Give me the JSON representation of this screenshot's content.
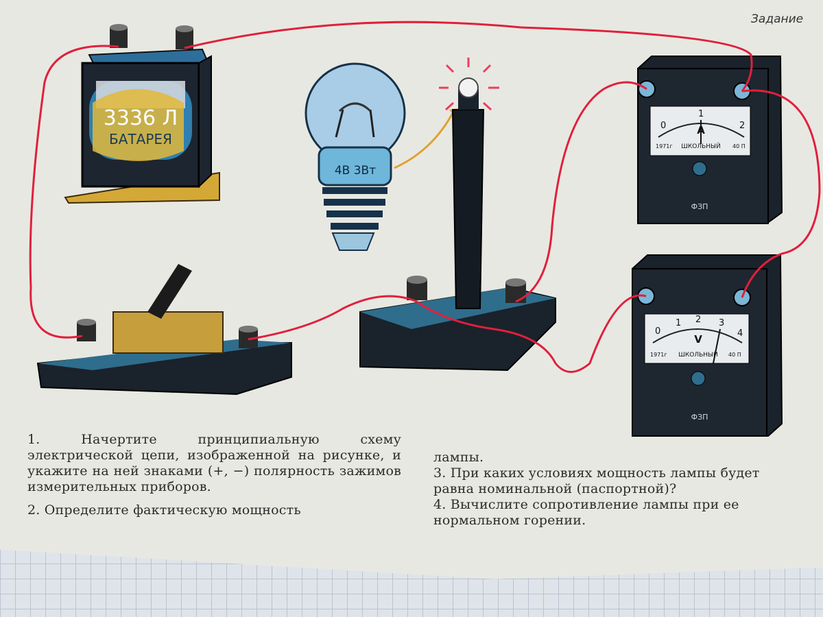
{
  "header": {
    "task_label": "Задание"
  },
  "battery": {
    "label": "3336 Л",
    "brand": "БАТАРЕЯ"
  },
  "bulb": {
    "rating": "4В 3Вт"
  },
  "ammeter": {
    "letter": "A",
    "scale": [
      "0",
      "1",
      "2"
    ],
    "maker": "ШКОЛЬНЫЙ",
    "year": "1971г",
    "mark": "40 П",
    "logo": "ФЗП"
  },
  "voltmeter": {
    "letter": "V",
    "scale": [
      "0",
      "1",
      "2",
      "3",
      "4"
    ],
    "maker": "ШКОЛЬНЫЙ",
    "year": "1971г",
    "mark": "40 П",
    "logo": "ФЗП"
  },
  "questions": {
    "q1": "1. Начертите принципиальную схему электрической цепи, изображенной на рисунке, и укажите на ней знаками (+, −) полярность зажимов измерительных приборов.",
    "q2": "2. Определите фактическую мощность",
    "q2_cont": "лампы.",
    "q3": "3. При каких условиях мощность лампы будет равна номинальной (паспортной)?",
    "q4": "4. Вычислите сопротивление лампы при ее нормальном горении."
  },
  "colors": {
    "wire": "#e0203c",
    "device_dark": "#1e2630",
    "device_blue": "#2f6d8c",
    "brass": "#c8a24a",
    "paper": "#e8e8e2"
  }
}
